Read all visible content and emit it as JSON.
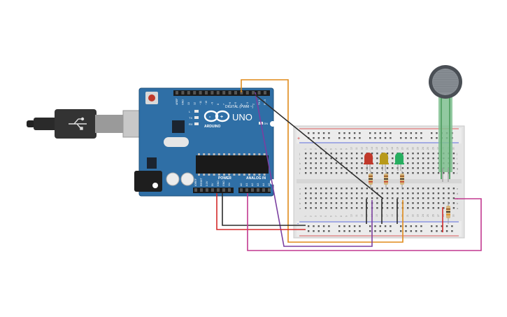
{
  "arduino": {
    "model_label": "UNO",
    "brand_label": "ARDUINO",
    "digital_header_label": "DIGITAL (PWM ~)",
    "power_header_label": "POWER",
    "analog_header_label": "ANALOG IN",
    "board_color": "#2f6fa6",
    "led_labels": [
      "L",
      "TX",
      "RX"
    ],
    "on_label": "ON",
    "top_pin_labels": [
      "AREF",
      "GND",
      "13",
      "12",
      "~11",
      "~10",
      "~9",
      "8",
      "7",
      "~6",
      "~5",
      "4",
      "~3",
      "2",
      "TX 1",
      "RX 0"
    ],
    "power_pin_labels": [
      "IOREF",
      "RESET",
      "3.3V",
      "5V",
      "GND",
      "GND",
      "Vin"
    ],
    "analog_pin_labels": [
      "A0",
      "A1",
      "A2",
      "A3",
      "A4",
      "A5"
    ]
  },
  "breadboard": {
    "column_numbers": [
      "1",
      "2",
      "3",
      "4",
      "5",
      "6",
      "7",
      "8",
      "9",
      "10",
      "11",
      "12",
      "13",
      "14",
      "15",
      "16",
      "17",
      "18",
      "19",
      "20",
      "21",
      "22",
      "23",
      "24",
      "25",
      "26",
      "27",
      "28",
      "29",
      "30"
    ],
    "row_letters_top": [
      "j",
      "i",
      "h",
      "g",
      "f"
    ],
    "row_letters_bottom": [
      "e",
      "d",
      "c",
      "b",
      "a"
    ],
    "rail_plus": "+",
    "rail_minus": "-"
  },
  "components": {
    "leds": [
      {
        "name": "red-led",
        "color": "#c0392b"
      },
      {
        "name": "yellow-led",
        "color": "#b89a1a"
      },
      {
        "name": "green-led",
        "color": "#27ae60"
      }
    ],
    "sensor": {
      "name": "force-sensor",
      "color": "#4a4f55"
    }
  },
  "wire_colors": {
    "orange": "#e08a1a",
    "purple": "#7b3fa0",
    "black": "#2b2b2b",
    "red": "#d42a2a",
    "magenta": "#c2388f",
    "green": "#5aa56a"
  }
}
